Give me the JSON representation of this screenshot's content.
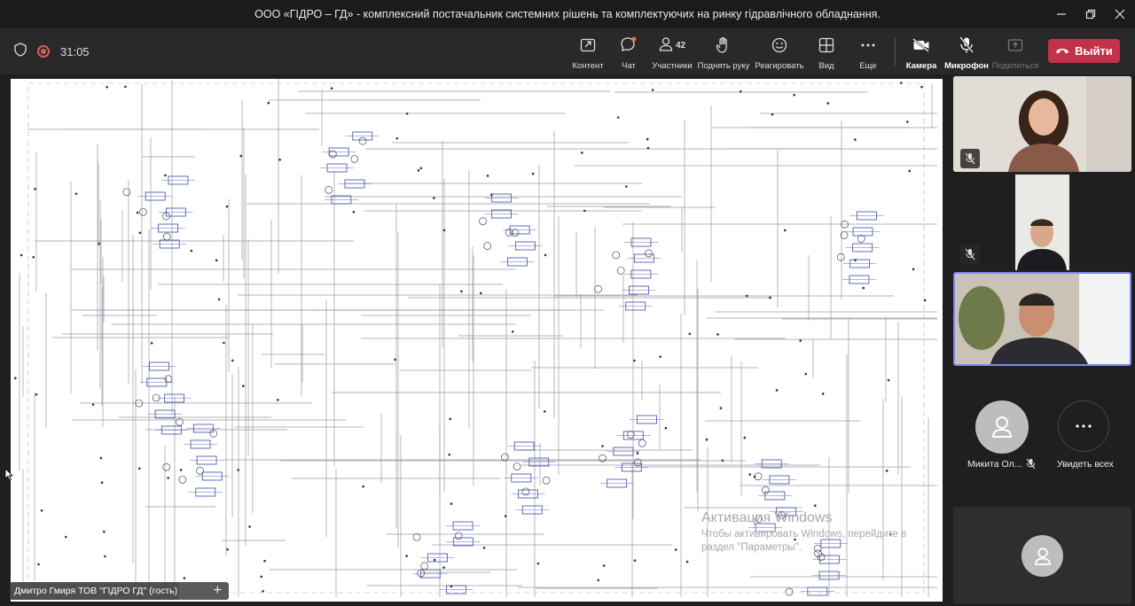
{
  "window": {
    "title": "ООО «ГІДРО – ГД» - комплексний постачальник системних рішень та комплектуючих на ринку гідравлічного обладнання."
  },
  "toolbar": {
    "timer": "31:05",
    "content_label": "Контент",
    "chat_label": "Чат",
    "participants_label": "Участники",
    "participants_count": "42",
    "raise_hand_label": "Поднять руку",
    "react_label": "Реагировать",
    "view_label": "Вид",
    "more_label": "Еще",
    "camera_label": "Камера",
    "mic_label": "Микрофон",
    "share_label": "Поделиться",
    "leave_label": "Выйти"
  },
  "stage": {
    "presenter_name": "Дмитро Гмиря ТОВ \"ГІДРО ГД\" (гость)",
    "activation_title": "Активация Windows",
    "activation_text": "Чтобы активировать Windows, перейдите в раздел \"Параметры\"."
  },
  "participants": {
    "tile4_name": "Микита Ол...",
    "see_all_label": "Увидеть всех"
  },
  "colors": {
    "leave_red": "#c4314b",
    "active_border": "#7f85f5",
    "rec_red": "#e05a5a"
  }
}
